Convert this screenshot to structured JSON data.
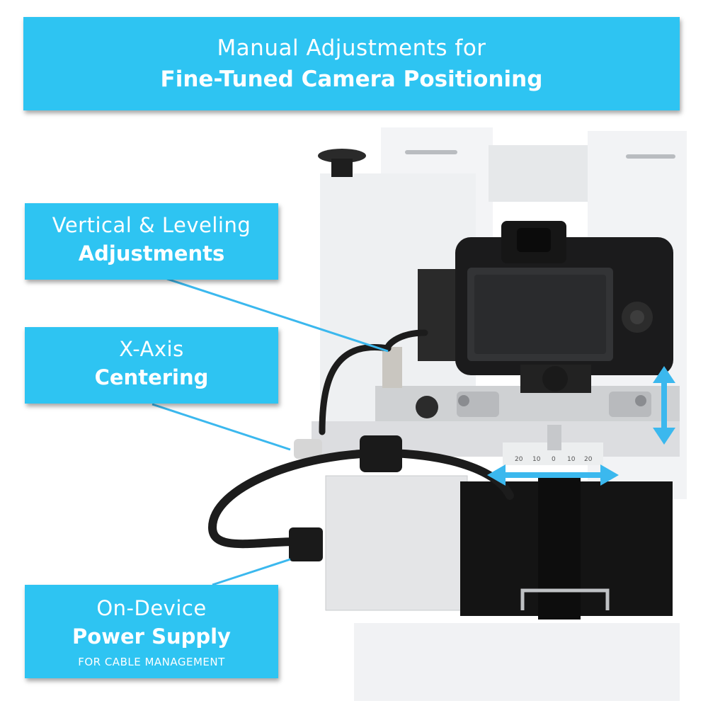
{
  "header": {
    "line1": "Manual Adjustments for",
    "line2": "Fine-Tuned Camera Positioning"
  },
  "callouts": [
    {
      "line1": "Vertical & Leveling",
      "line2": "Adjustments"
    },
    {
      "line1": "X-Axis",
      "line2": "Centering"
    },
    {
      "line1": "On-Device",
      "line2": "Power Supply",
      "line3": "FOR CABLE MANAGEMENT"
    }
  ],
  "scale": {
    "ticks": [
      "20",
      "10",
      "0",
      "10",
      "20"
    ]
  },
  "colors": {
    "accent": "#2ec4f2",
    "arrow": "#3bb8ee"
  }
}
